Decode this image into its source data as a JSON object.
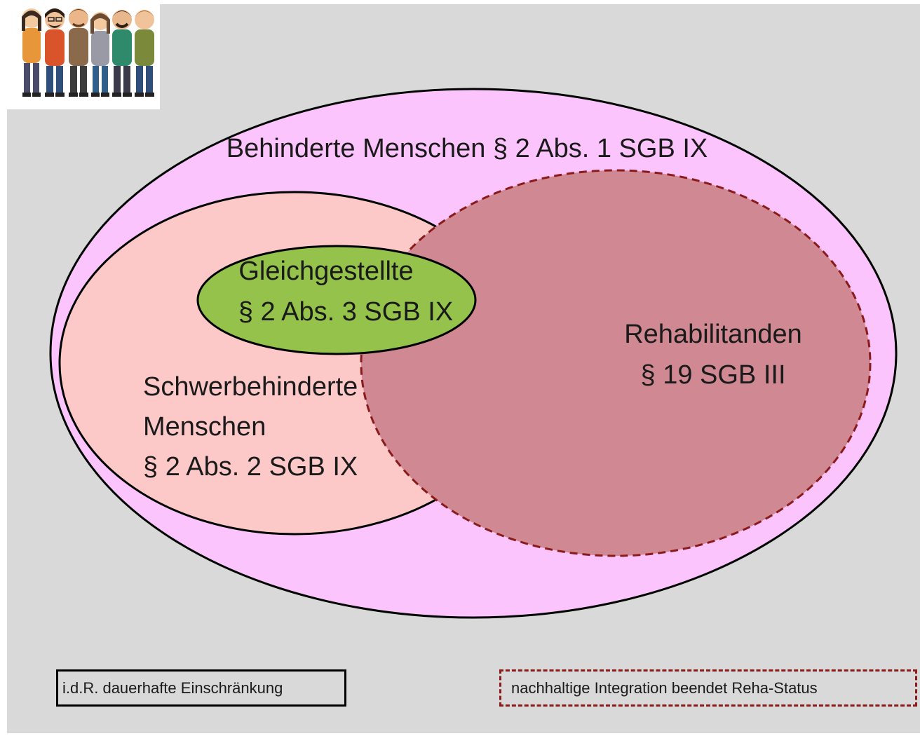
{
  "diagram": {
    "outer_set": "Behinderte Menschen § 2 Abs. 1 SGB IX",
    "severely_disabled": [
      "Schwerbehinderte",
      "Menschen",
      "§ 2 Abs. 2 SGB IX"
    ],
    "equated": [
      "Gleichgestellte",
      "§ 2 Abs. 3 SGB IX"
    ],
    "rehabilitation": [
      "Rehabilitanden",
      "§ 19 SGB III"
    ]
  },
  "legend": {
    "solid_line": "i.d.R. dauerhafte Einschränkung",
    "dashed_line": "nachhaltige Integration beendet Reha-Status"
  },
  "colors": {
    "outer_fill": "#fcc4fc",
    "severely_fill": "#fcc8c8",
    "equated_fill": "#94c24a",
    "rehab_fill": "#d08892",
    "dashed_stroke": "#8b1a1a",
    "background": "#d9d9d9"
  },
  "icons": {
    "header_image": "group-of-people-illustration"
  }
}
